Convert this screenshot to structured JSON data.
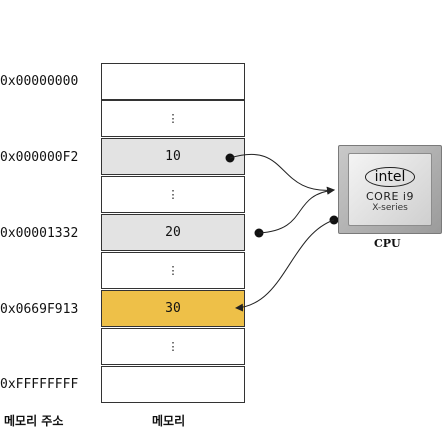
{
  "addresses": {
    "a0": "0x00000000",
    "a1": "0x000000F2",
    "a2": "0x00001332",
    "a3": "0x0669F913",
    "a4": "0xFFFFFFFF"
  },
  "memory_cells": [
    {
      "text": "",
      "style": "empty"
    },
    {
      "text": "⋮",
      "style": "ellipsis"
    },
    {
      "text": "10",
      "style": "highlight-gray"
    },
    {
      "text": "⋮",
      "style": "ellipsis"
    },
    {
      "text": "20",
      "style": "highlight-gray"
    },
    {
      "text": "⋮",
      "style": "ellipsis"
    },
    {
      "text": "30",
      "style": "highlight-gold"
    },
    {
      "text": "⋮",
      "style": "ellipsis"
    },
    {
      "text": "",
      "style": "empty"
    }
  ],
  "cpu": {
    "logo": "intel",
    "line1": "CORE i9",
    "line2": "X-series",
    "caption": "CPU"
  },
  "labels": {
    "address_column": "메모리 주소",
    "memory_column": "메모리"
  },
  "colors": {
    "gray_cell": "#e3e3e3",
    "gold_cell": "#eec048"
  }
}
